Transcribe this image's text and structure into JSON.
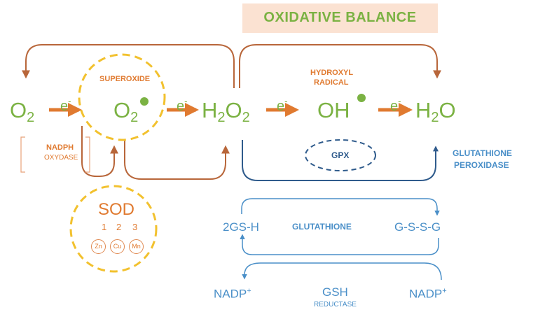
{
  "title": "OXIDATIVE BALANCE",
  "molecules": {
    "o2": {
      "base": "O",
      "sub": "2"
    },
    "superoxide": {
      "base": "O",
      "sub": "2"
    },
    "h2o2": {
      "a": "H",
      "sub1": "2",
      "b": "O",
      "sub2": "2"
    },
    "oh": {
      "base": "OH"
    },
    "h2o": {
      "a": "H",
      "sub": "2",
      "b": "O"
    }
  },
  "electron": {
    "symbol": "e",
    "charge": "-"
  },
  "labels": {
    "superoxide": "SUPEROXIDE",
    "hydroxyl_line1": "HYDROXYL",
    "hydroxyl_line2": "RADICAL",
    "nadph_line1": "NADPH",
    "nadph_line2": "OXYDASE",
    "gpx": "GPX",
    "glutathione_peroxidase_line1": "GLUTATHIONE",
    "glutathione_peroxidase_line2": "PEROXIDASE"
  },
  "sod": {
    "title": "SOD",
    "numbers": [
      "1",
      "2",
      "3"
    ],
    "metals": [
      "Zn",
      "Cu",
      "Mn"
    ]
  },
  "glutathione_cycle": {
    "reduced": "2GS-H",
    "label": "GLUTATHIONE",
    "oxidized": "G-S-S-G"
  },
  "nadp_cycle": {
    "left": {
      "base": "NADP",
      "sup": "+"
    },
    "right": {
      "base": "NADP",
      "sup": "+"
    },
    "enzyme_line1": "GSH",
    "enzyme_line2": "REDUCTASE"
  },
  "colors": {
    "green": "#7bb243",
    "orange": "#e07a30",
    "brown": "#b8663a",
    "blue": "#4a8fc8",
    "navy": "#2f5b8c",
    "yellow": "#f2c12e",
    "title_bg": "#fbe2d2"
  }
}
